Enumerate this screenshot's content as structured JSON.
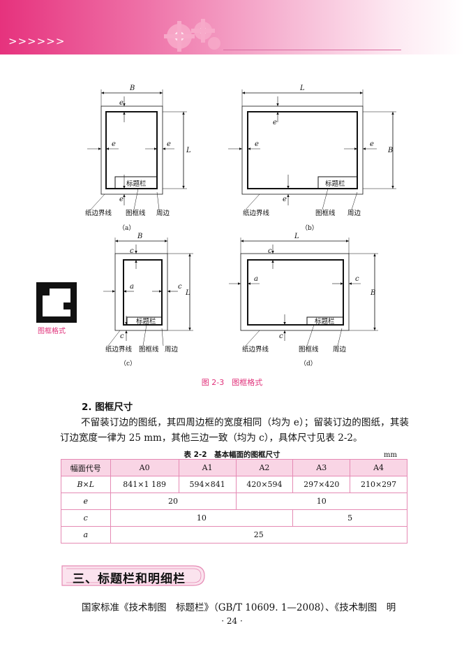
{
  "header": {
    "chevrons": ">>>>>>",
    "accent": "#e6327d"
  },
  "figures": {
    "a": {
      "caption": "（a）",
      "top_dim": "B",
      "side_dim": "L",
      "e_top": "e",
      "e_left": "e",
      "e_right": "e",
      "e_bottom": "e",
      "title_block": "标题栏",
      "labels": [
        "纸边界线",
        "图框线",
        "周边"
      ]
    },
    "b": {
      "caption": "（b）",
      "top_dim": "L",
      "side_dim": "B",
      "e_top": "e",
      "e_left": "e",
      "e_right": "e",
      "e_bottom": "e",
      "title_block": "标题栏",
      "labels": [
        "纸边界线",
        "图框线",
        "周边"
      ]
    },
    "c": {
      "caption": "（c）",
      "top_dim": "B",
      "side_dim": "L",
      "c_top": "c",
      "a_left": "a",
      "c_right": "c",
      "c_bottom": "c",
      "title_block": "标题栏",
      "labels": [
        "纸边界线",
        "图框线",
        "周边"
      ]
    },
    "d": {
      "caption": "（d）",
      "top_dim": "L",
      "side_dim": "B",
      "c_top": "c",
      "a_left": "a",
      "c_right": "c",
      "c_bottom": "c",
      "title_block": "标题栏",
      "labels": [
        "纸边界线",
        "图框线",
        "周边"
      ]
    }
  },
  "side_note": "图框格式",
  "figure_caption": "图 2-3　图框格式",
  "subsection_heading": "2. 图框尺寸",
  "paragraph": "不留装订边的图纸，其四周边框的宽度相同（均为 e）；留装订边的图纸，其装订边宽度一律为 25 mm，其他三边一致（均为 c），具体尺寸见表 2-2。",
  "table": {
    "title": "表 2-2　基本幅面的图框尺寸",
    "unit": "mm",
    "header": [
      "幅面代号",
      "A0",
      "A1",
      "A2",
      "A3",
      "A4"
    ],
    "row_bl": {
      "label": "B×L",
      "values": [
        "841×1 189",
        "594×841",
        "420×594",
        "297×420",
        "210×297"
      ]
    },
    "row_e": {
      "label": "e",
      "values": [
        "20",
        "10"
      ]
    },
    "row_c": {
      "label": "c",
      "values": [
        "10",
        "5"
      ]
    },
    "row_a": {
      "label": "a",
      "values": [
        "25"
      ]
    }
  },
  "section_title": "三、标题栏和明细栏",
  "bottom_text": "国家标准《技术制图　标题栏》（GB/T 10609. 1—2008）、《技术制图　明",
  "page_number": "· 24 ·"
}
